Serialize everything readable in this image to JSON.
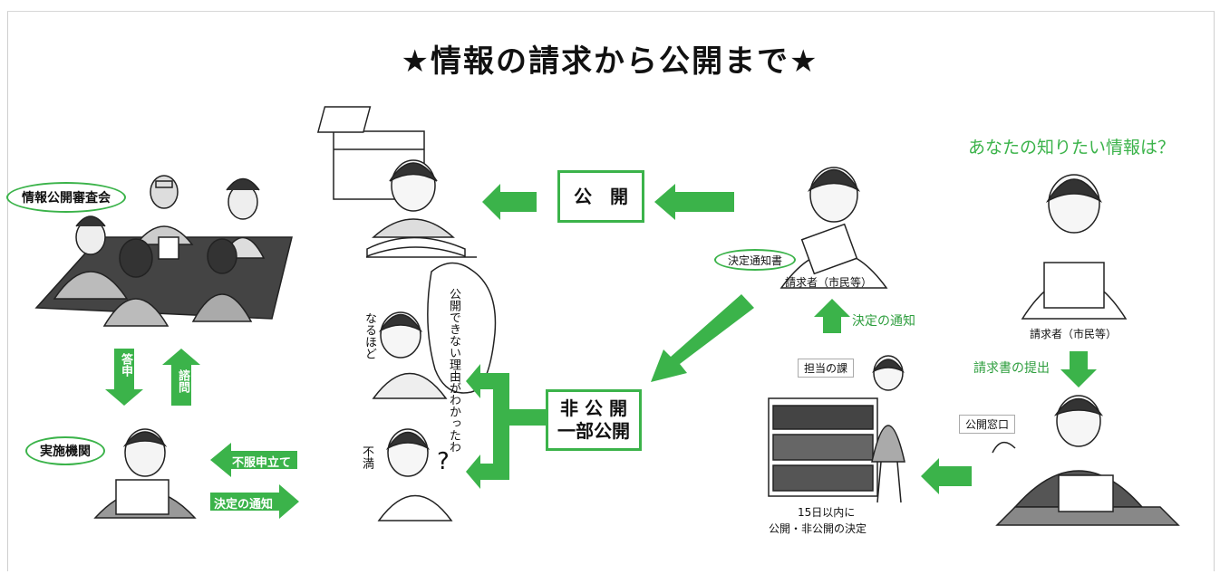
{
  "title": "★情報の請求から公開まで★",
  "question": "あなたの知りたい情報は？",
  "labels": {
    "review_board": "情報公開審査会",
    "agency": "実施機関",
    "disclosure": "公　開",
    "non_disclosure_line1": "非 公 開",
    "non_disclosure_line2": "一部公開",
    "decision_notice_doc": "決定通知書",
    "requester_top": "請求者（市民等）",
    "requester_right": "請求者（市民等）",
    "notice_of_decision_side": "決定の通知",
    "submit_request": "請求書の提出",
    "responsible_section": "担当の課",
    "disclosure_window": "公開窓口",
    "decision_line1": "15日以内に",
    "decision_line2": "公開・非公開の決定",
    "report": "答申",
    "consultation": "諮問",
    "objection": "不服申立て",
    "notice_of_decision_arrow": "決定の通知",
    "bubble_understand": "公開できない理由がわかったわ",
    "naruhodo": "なるほど",
    "fuman": "不満"
  },
  "colors": {
    "accent_green": "#3bb34a",
    "dark": "#333333"
  }
}
